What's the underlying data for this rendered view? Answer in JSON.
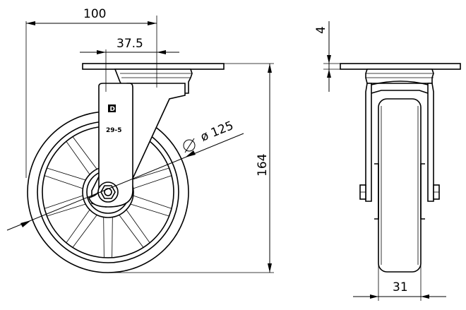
{
  "dimensions": {
    "overall_width": "100",
    "offset": "37.5",
    "wheel_diameter": "ø 125",
    "overall_height": "164",
    "plate_thickness": "4",
    "wheel_width": "31"
  },
  "markings": {
    "logo_letter": "D",
    "part_code": "29-5"
  }
}
